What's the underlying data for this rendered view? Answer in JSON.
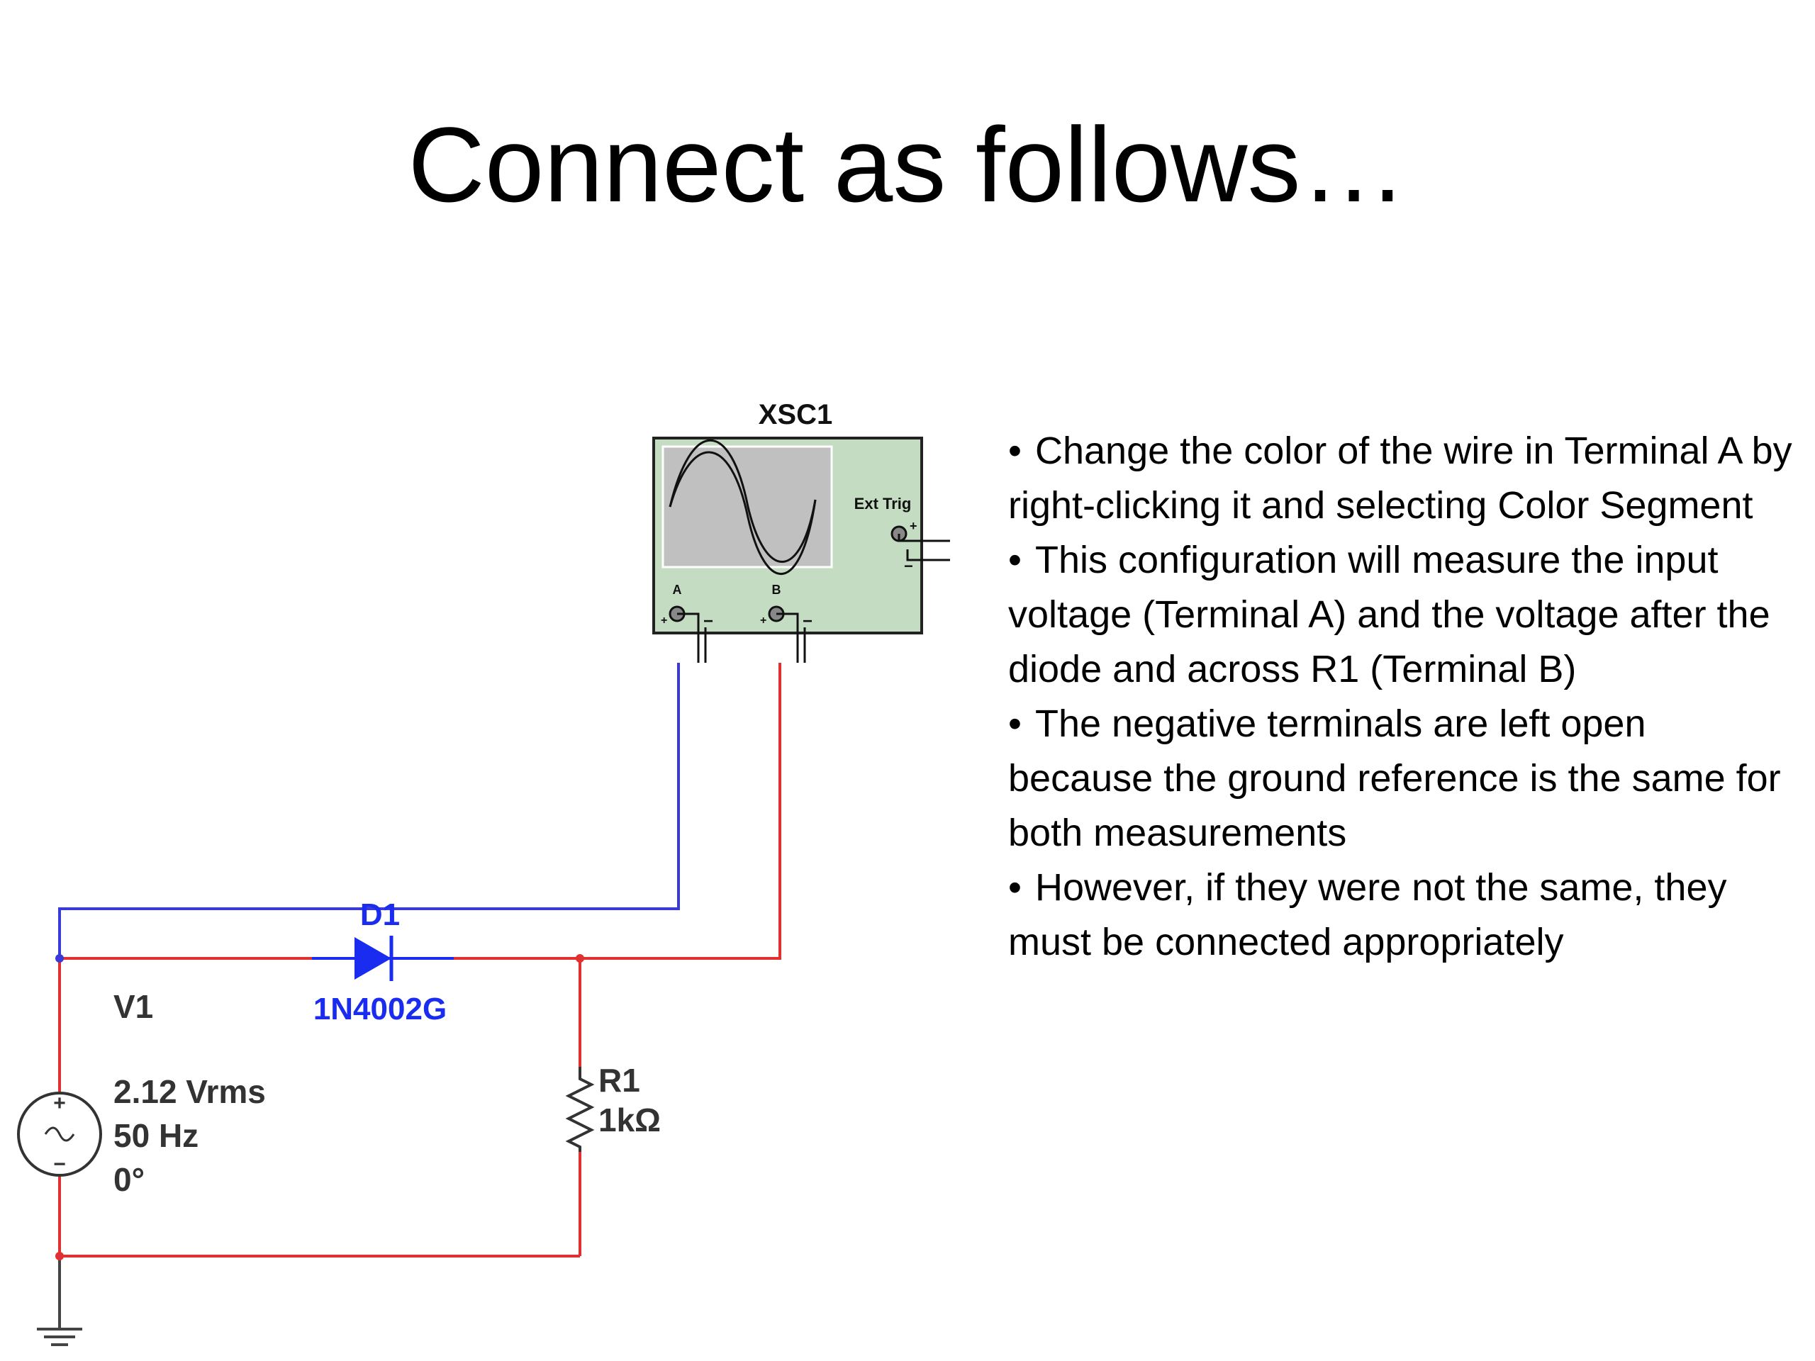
{
  "slide": {
    "title": "Connect as follows…",
    "bullets": [
      "Change the color of the wire in Terminal A by right-clicking it and selecting Color Segment",
      "This configuration will measure the input voltage (Terminal A) and the voltage after the diode and across R1 (Terminal B)",
      "The negative terminals are left open because the ground reference is the same for both measurements",
      "However, if they were not the same, they must be connected appropriately"
    ],
    "bullet_glyph": "•"
  },
  "schematic": {
    "oscilloscope": {
      "label": "XSC1",
      "ext_trig_label": "Ext Trig",
      "terminal_a_label": "A",
      "terminal_b_label": "B",
      "plus_sign": "+",
      "minus_sign": "−"
    },
    "diode": {
      "ref": "D1",
      "part": "1N4002G"
    },
    "source": {
      "ref": "V1",
      "voltage": "2.12 Vrms",
      "frequency": "50 Hz",
      "phase": "0°",
      "plus_sign": "+",
      "minus_sign": "−"
    },
    "resistor": {
      "ref": "R1",
      "value": "1kΩ"
    },
    "colors": {
      "wire_terminal_a": "#3a3ad8",
      "wire_default": "#e03030",
      "diode": "#1a2cf0",
      "scope_body": "#c4dcc2",
      "scope_screen": "#c0c0c0",
      "component": "#333333"
    }
  }
}
